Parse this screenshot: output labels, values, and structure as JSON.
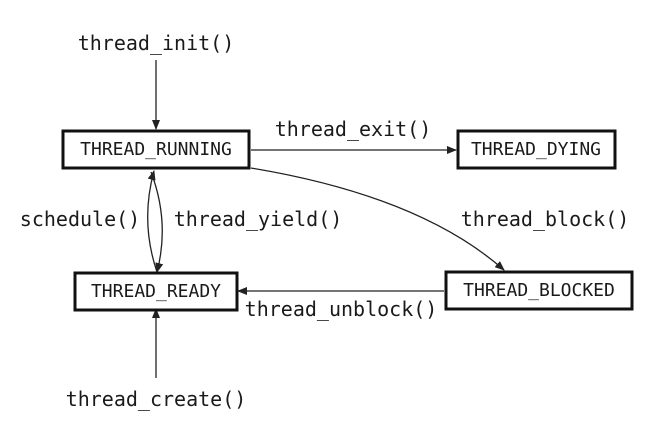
{
  "states": {
    "running": "THREAD_RUNNING",
    "dying": "THREAD_DYING",
    "ready": "THREAD_READY",
    "blocked": "THREAD_BLOCKED"
  },
  "transitions": {
    "init": "thread_init()",
    "exit": "thread_exit()",
    "schedule": "schedule()",
    "yield": "thread_yield()",
    "block": "thread_block()",
    "unblock": "thread_unblock()",
    "create": "thread_create()"
  },
  "colors": {
    "stroke": "#111111",
    "text": "#1a1a1a",
    "background": "#ffffff"
  }
}
